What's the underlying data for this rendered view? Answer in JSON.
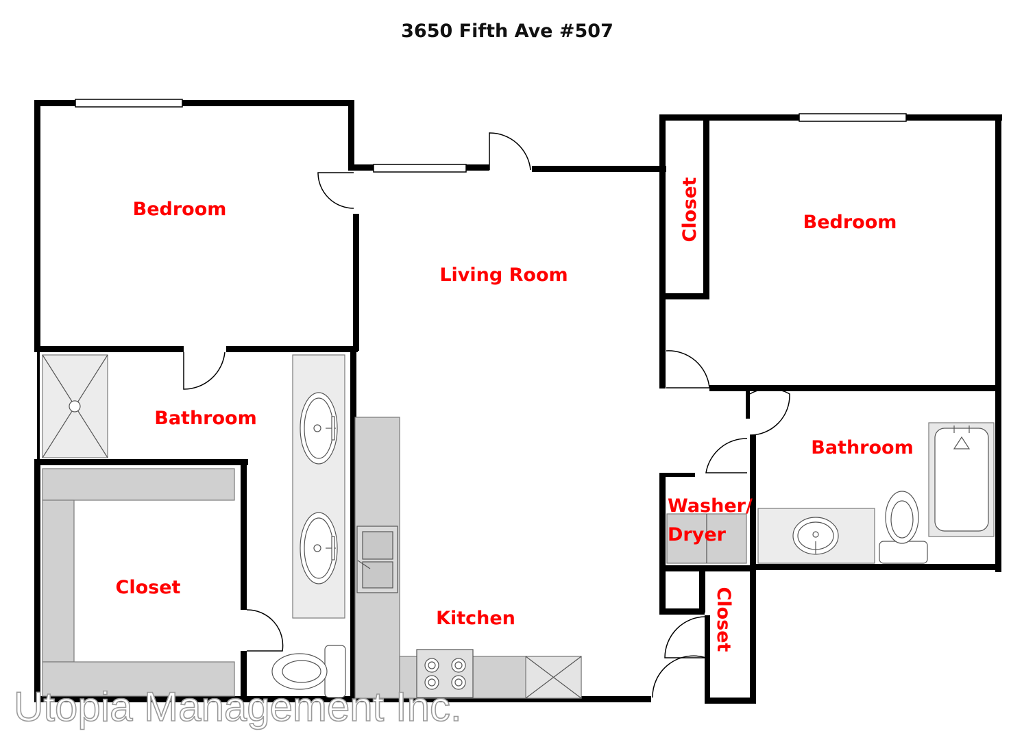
{
  "title": "3650 Fifth Ave #507",
  "label_color": "#ff0000",
  "rooms": {
    "bedroom_left": "Bedroom",
    "living_room": "Living Room",
    "closet_right_top": "Closet",
    "bedroom_right": "Bedroom",
    "bathroom_left": "Bathroom",
    "bathroom_right": "Bathroom",
    "closet_left": "Closet",
    "washer_line1": "Washer/",
    "washer_line2": "Dryer",
    "kitchen": "Kitchen",
    "closet_right_bottom": "Closet"
  },
  "watermark": "Utopia Management Inc."
}
